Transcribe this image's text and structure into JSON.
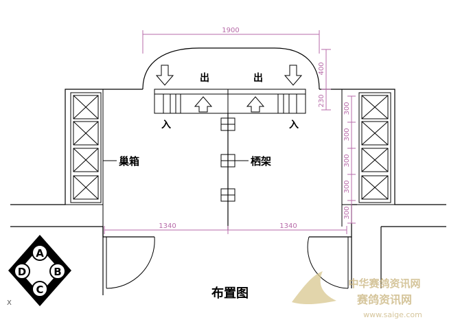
{
  "labels": {
    "out_left": "出",
    "out_right": "出",
    "in_left": "入",
    "in_right": "入",
    "nest_boxes": "巢箱",
    "perch": "栖架",
    "title": "布置图",
    "corner_mark": "X"
  },
  "dimensions": {
    "top_width": "1900",
    "top_height": "400",
    "trap_height": "230",
    "bottom_left": "1340",
    "bottom_right": "1340",
    "right_segments": [
      "300",
      "300",
      "300",
      "300",
      "300"
    ]
  },
  "compass": [
    "A",
    "B",
    "C",
    "D"
  ],
  "watermark": {
    "line1": "中华赛鸽资讯网",
    "line2": "赛鸽资讯网",
    "url": "www.saige.com"
  },
  "colors": {
    "dimension": "#b76aa8",
    "watermark": "#c8b27a",
    "line": "#000000"
  }
}
